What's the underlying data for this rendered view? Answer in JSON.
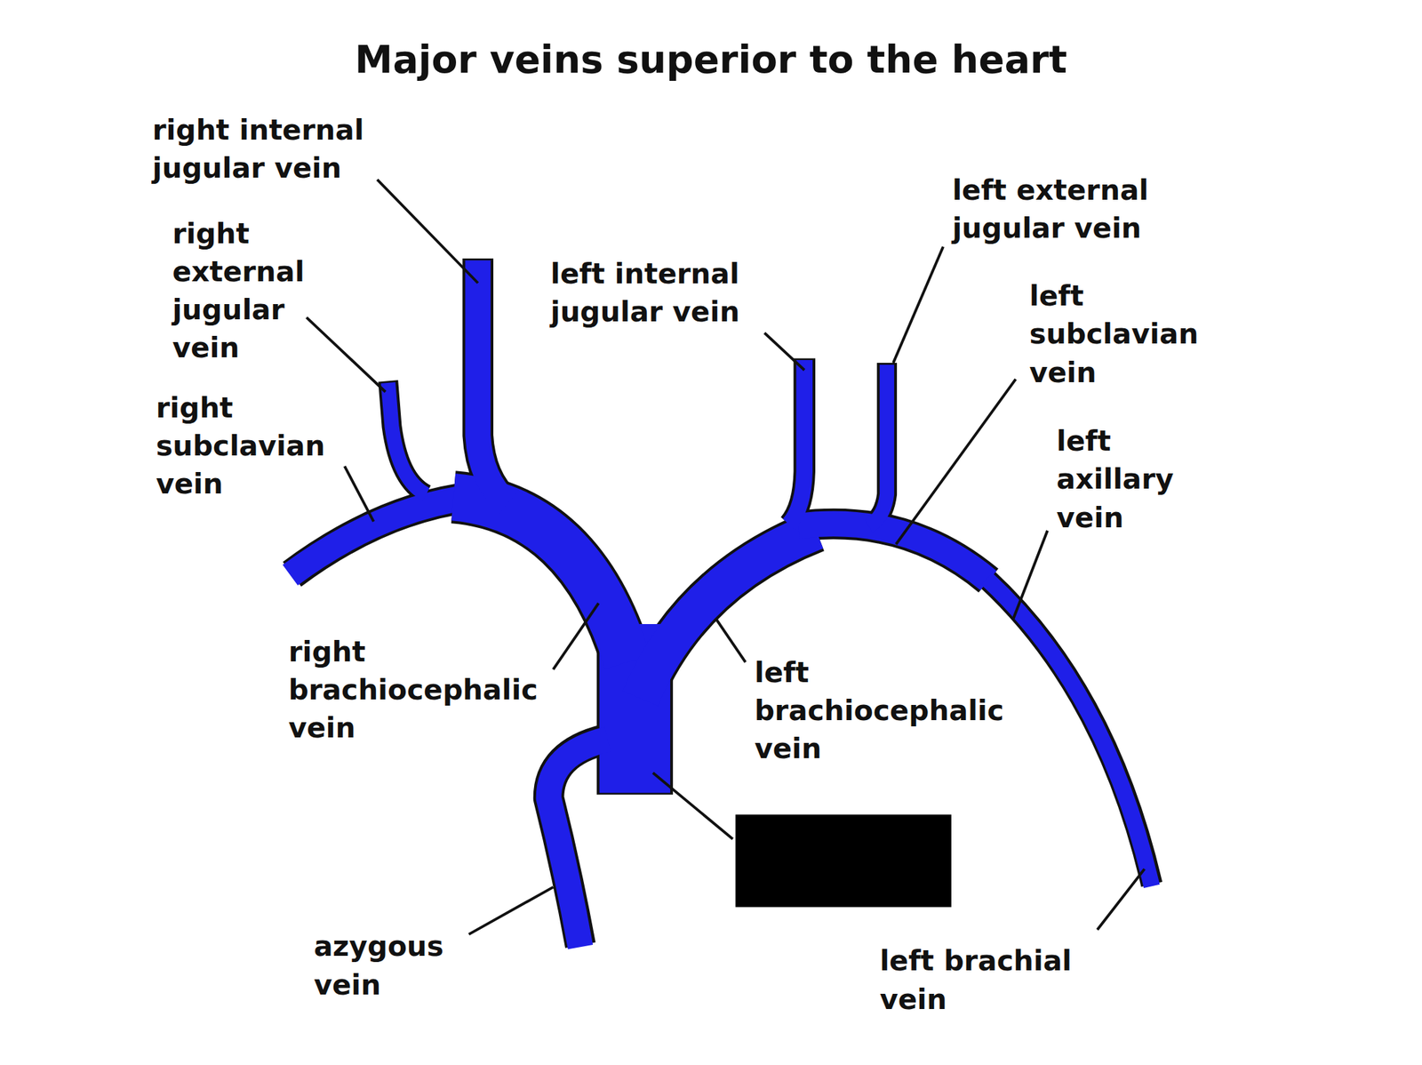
{
  "diagram": {
    "title": "Major veins superior to the heart",
    "labels": [
      "right internal jugular vein",
      "left external jugular vein",
      "right external jugular vein",
      "left internal jugular vein",
      "left subclavian vein",
      "right subclavian vein",
      "left axillary vein",
      "right brachiocephalic vein",
      "left brachiocephalic vein",
      "azygous vein",
      "left brachial vein"
    ]
  }
}
